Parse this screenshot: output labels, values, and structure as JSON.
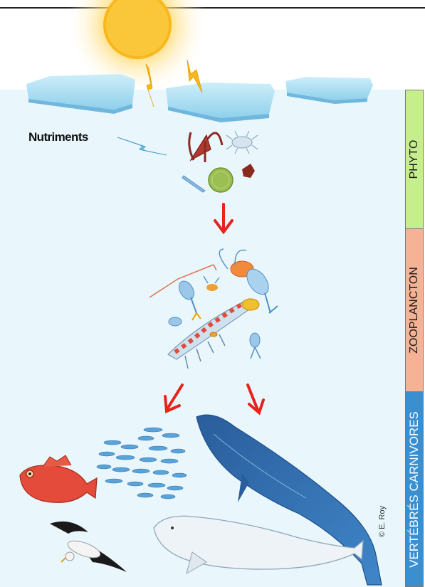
{
  "diagram": {
    "nutrients_label": "Nutriments",
    "credit": "© E. Roy",
    "bands": [
      {
        "label": "PHYTO",
        "color": "#c6ef8b"
      },
      {
        "label": "ZOOPLANCTON",
        "color": "#f5b294"
      },
      {
        "label": "VERTÉBRÉS CARNIVORES",
        "color": "#3a8fd0"
      }
    ],
    "colors": {
      "water": "#e9f7fd",
      "ice": "#a7dcf1",
      "sun": "#f8b71c",
      "arrow": "#e8231c",
      "whale": "#2f6fb0",
      "beluga": "#eef3f7",
      "redfish": "#e44b3a",
      "capelin": "#5aa3d6"
    }
  }
}
